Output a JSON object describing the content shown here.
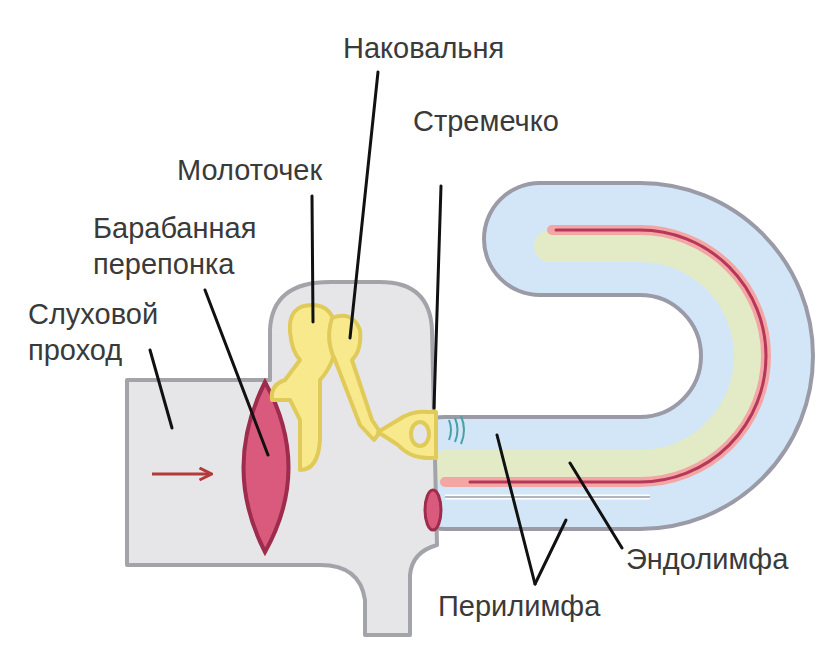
{
  "diagram": {
    "labels": [
      "Наковальня",
      "Стремечко",
      "Молоточек",
      "Барабанная перепонка",
      "Слуховой проход",
      "Эндолимфа",
      "Перилимфа"
    ]
  }
}
